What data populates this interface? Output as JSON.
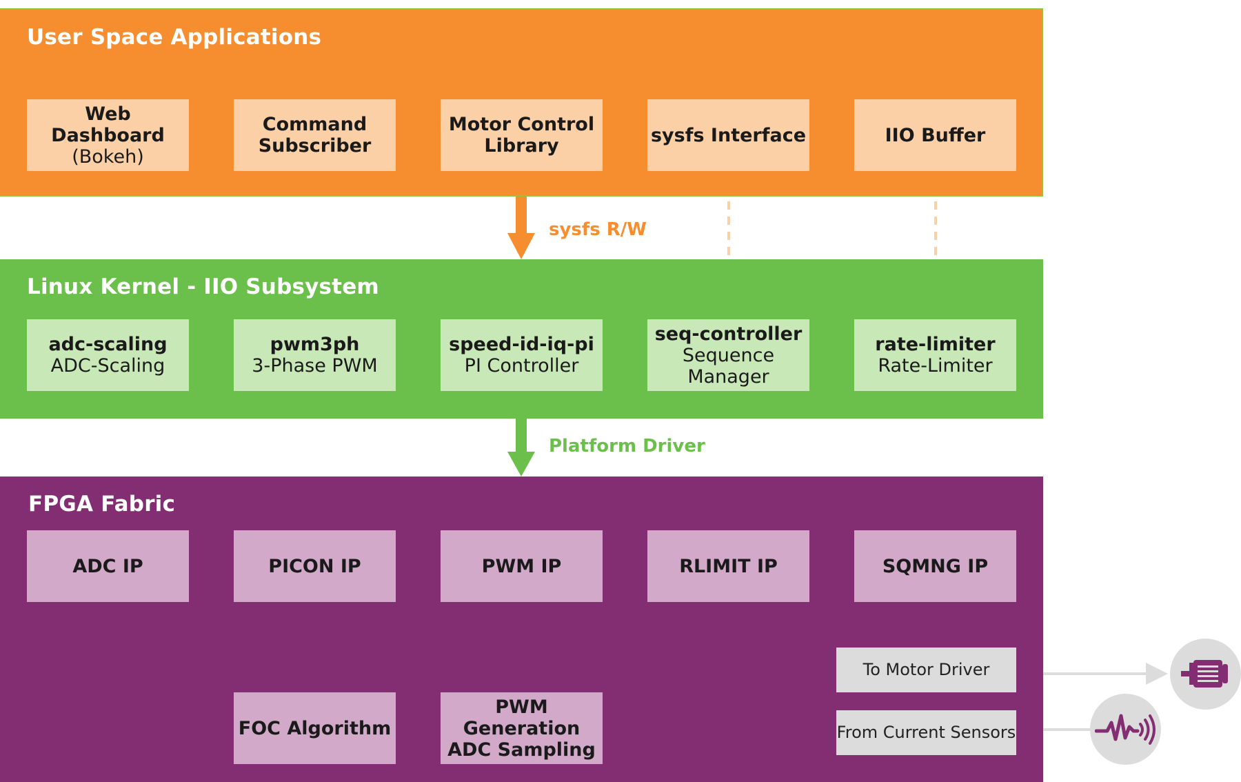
{
  "colors": {
    "user_space": "#f68d2e",
    "kernel": "#6bbf4b",
    "fpga": "#832d72",
    "app_box": "#fcd0a6",
    "kernel_box": "#c9e8b8",
    "ip_box": "#d3a9c9",
    "io_box": "#dcdcdc"
  },
  "user_space": {
    "title": "User Space Applications",
    "boxes": [
      {
        "line1": "Web Dashboard",
        "line2": "(Bokeh)"
      },
      {
        "line1": "Command",
        "line2": "Subscriber"
      },
      {
        "line1": "Motor Control",
        "line2": "Library"
      },
      {
        "line1": "sysfs Interface",
        "line2": ""
      },
      {
        "line1": "IIO Buffer",
        "line2": ""
      }
    ]
  },
  "edges": {
    "sysfs_rw": "sysfs R/W",
    "platform_driver": "Platform Driver"
  },
  "kernel": {
    "title": "Linux Kernel - IIO Subsystem",
    "modules": [
      {
        "name": "adc-scaling",
        "desc": "ADC-Scaling"
      },
      {
        "name": "pwm3ph",
        "desc": "3-Phase PWM"
      },
      {
        "name": "speed-id-iq-pi",
        "desc": "PI Controller"
      },
      {
        "name": "seq-controller",
        "desc": "Sequence Manager"
      },
      {
        "name": "rate-limiter",
        "desc": "Rate-Limiter"
      }
    ]
  },
  "fpga": {
    "title": "FPGA Fabric",
    "ips": [
      "ADC IP",
      "PICON IP",
      "PWM IP",
      "RLIMIT IP",
      "SQMNG IP"
    ],
    "foc": "FOC Algorithm",
    "pwm_gen": {
      "line1": "PWM Generation",
      "line2": "ADC Sampling"
    },
    "to_motor": "To Motor Driver",
    "from_sensors": "From Current Sensors"
  },
  "icons": {
    "motor": "motor-icon",
    "sensor": "current-sensor-icon"
  }
}
